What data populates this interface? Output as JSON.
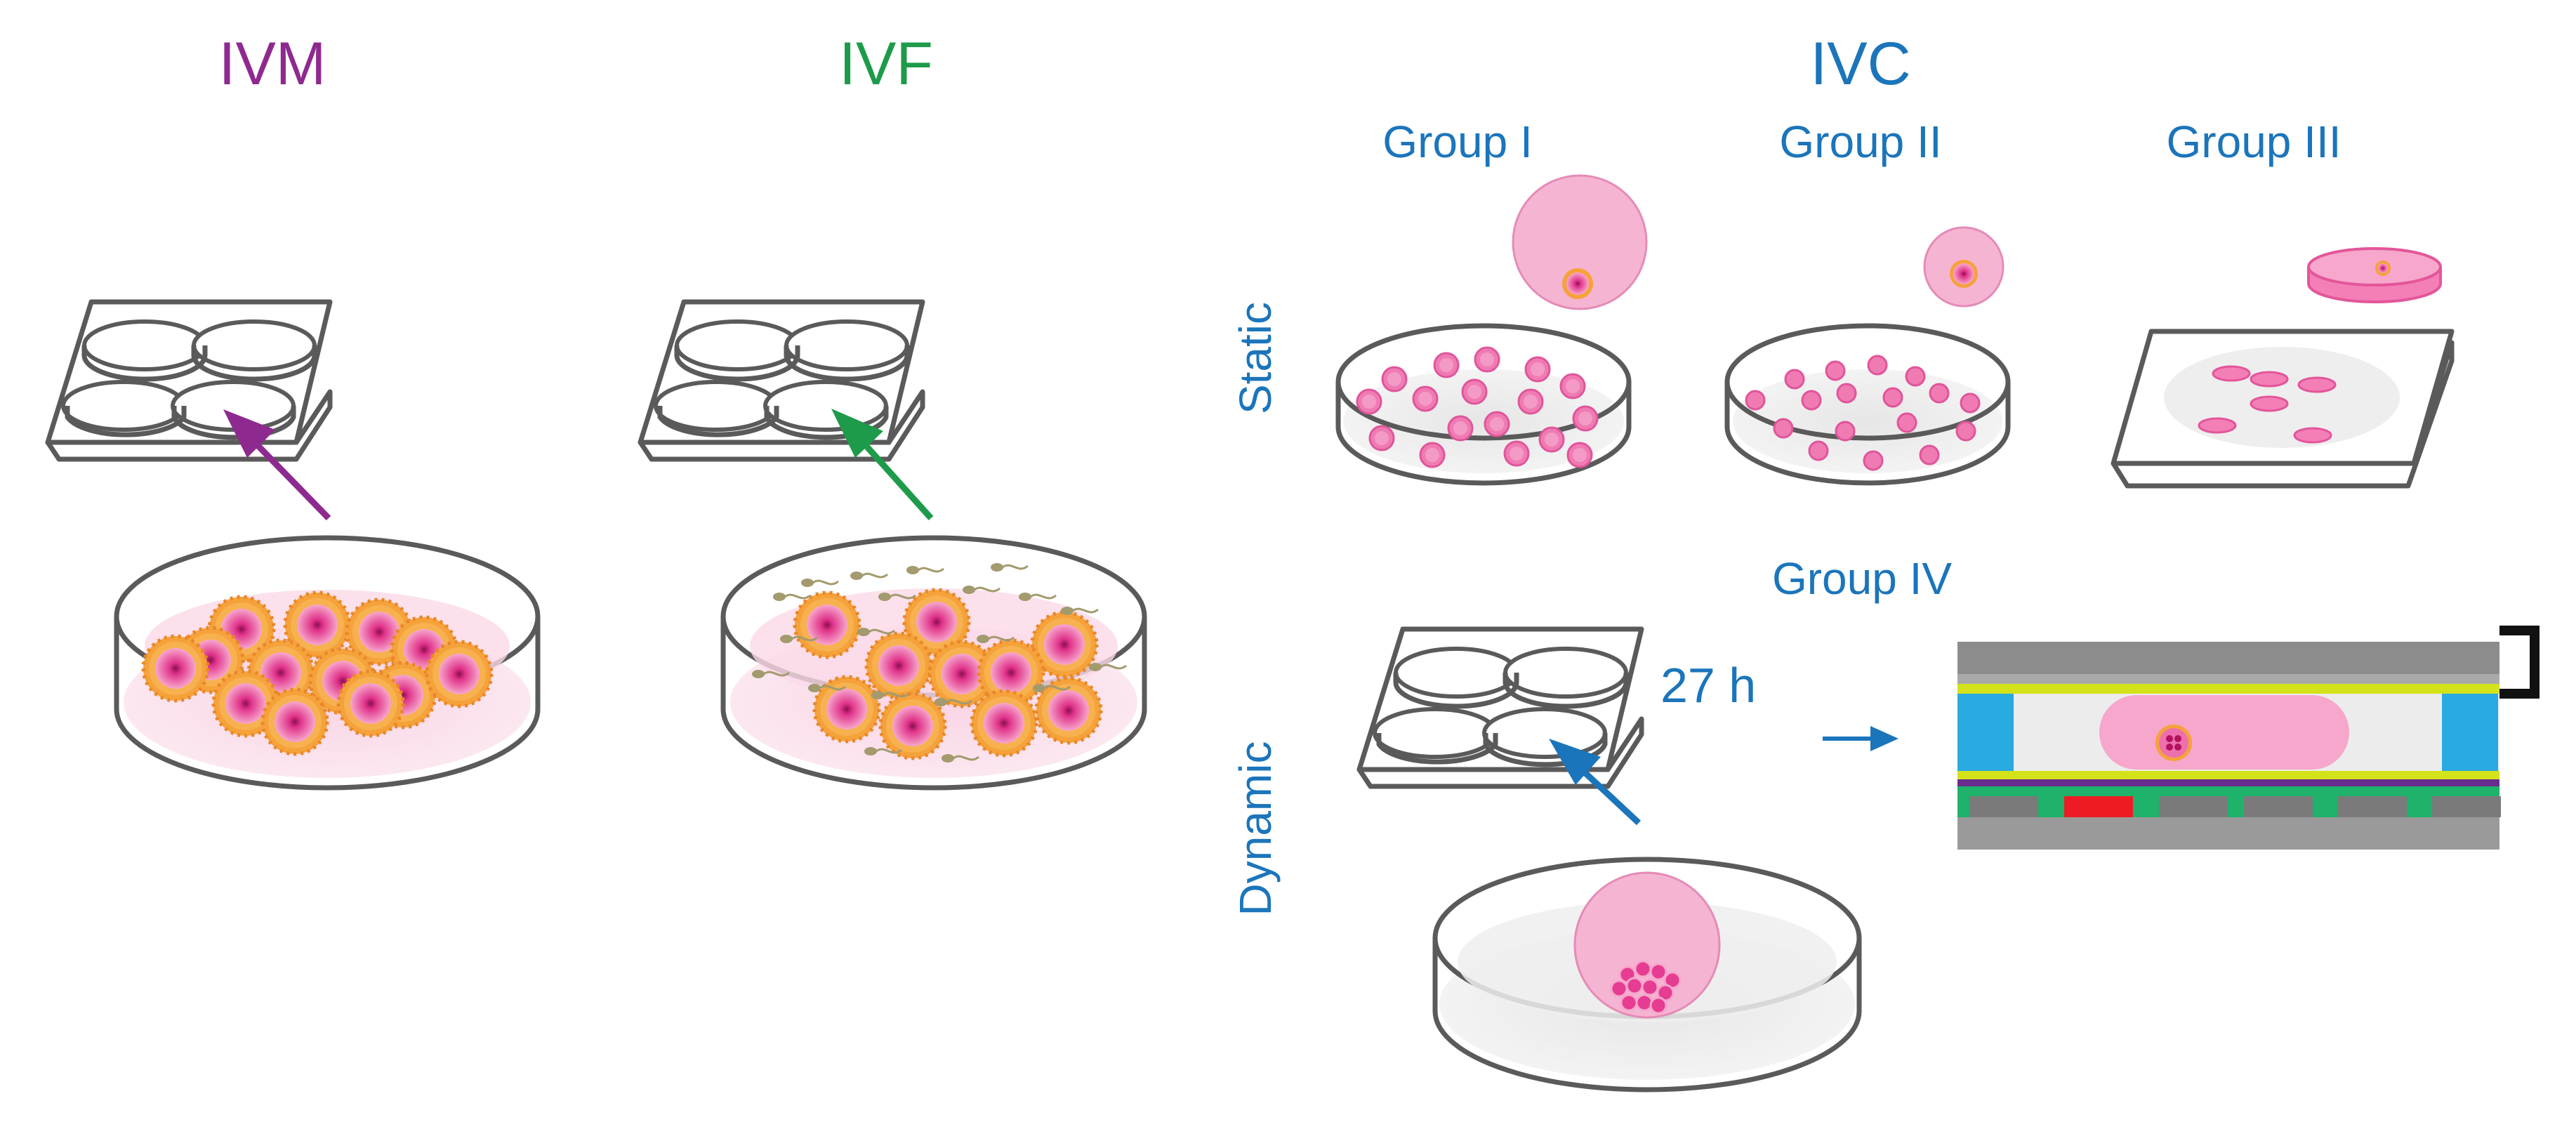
{
  "stages": {
    "ivm": {
      "label": "IVM",
      "color": "#8e2a8f"
    },
    "ivf": {
      "label": "IVF",
      "color": "#1e9b4a"
    },
    "ivc": {
      "label": "IVC",
      "color": "#1b75bb"
    }
  },
  "groups": {
    "g1": "Group I",
    "g2": "Group II",
    "g3": "Group III",
    "g4": "Group IV"
  },
  "conditions": {
    "static": "Static",
    "dynamic": "Dynamic"
  },
  "time_label": "27 h",
  "colors": {
    "text_blue": "#1b75bb",
    "pink_embryo": "#ee6fae",
    "pink_light": "#f6b4d3",
    "cumulus_orange": "#f5a23a",
    "device_gray": "#8c8c8c",
    "device_yellow": "#d4e21a",
    "device_cyan": "#29aae1",
    "device_green": "#1fb26b",
    "device_red": "#ed1c24",
    "device_purple": "#6a2c8e"
  },
  "icons": [
    "four-well-plate-icon",
    "petri-dish-icon",
    "droplet-icon",
    "sperm-icon",
    "microfluidic-device-icon",
    "arrow-icon"
  ]
}
